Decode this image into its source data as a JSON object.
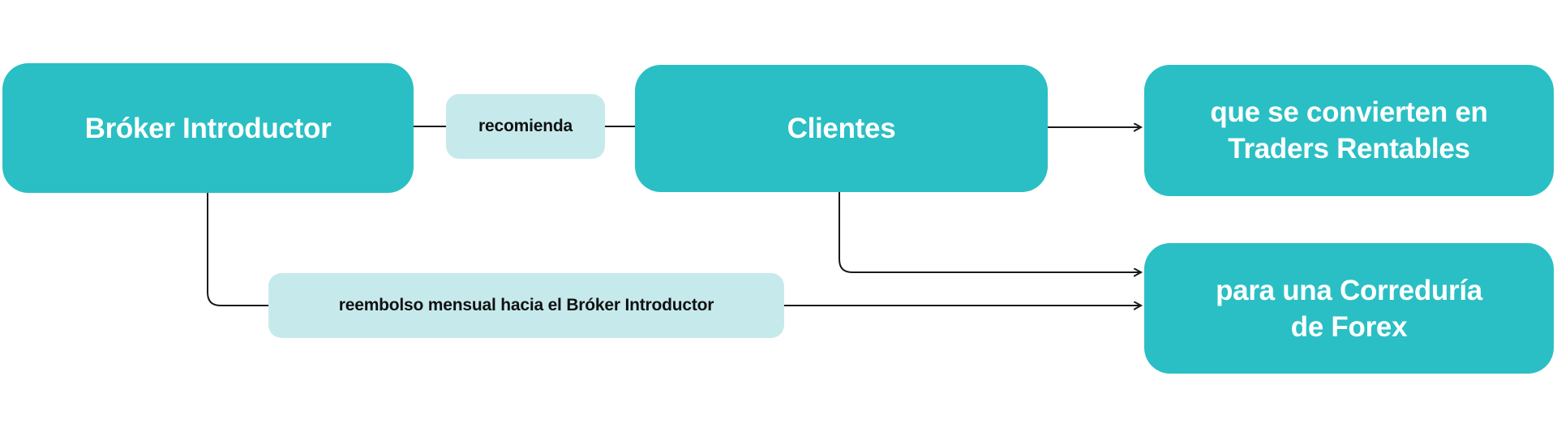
{
  "nodes": {
    "broker": {
      "label": "Bróker Introductor"
    },
    "clientes": {
      "label": "Clientes"
    },
    "traders": {
      "label": "que se convierten en\nTraders Rentables"
    },
    "correduria": {
      "label": "para una Correduría\nde Forex"
    }
  },
  "edge_labels": {
    "recomienda": {
      "label": "recomienda"
    },
    "reembolso": {
      "label": "reembolso mensual hacia el Bróker Introductor"
    }
  },
  "colors": {
    "node_bg": "#2ABFC4",
    "node_text": "#FFFFFF",
    "edge_label_bg": "#C6EAEC",
    "edge_label_text": "#111111",
    "line": "#1A1A1A",
    "background": "#FFFFFF"
  }
}
